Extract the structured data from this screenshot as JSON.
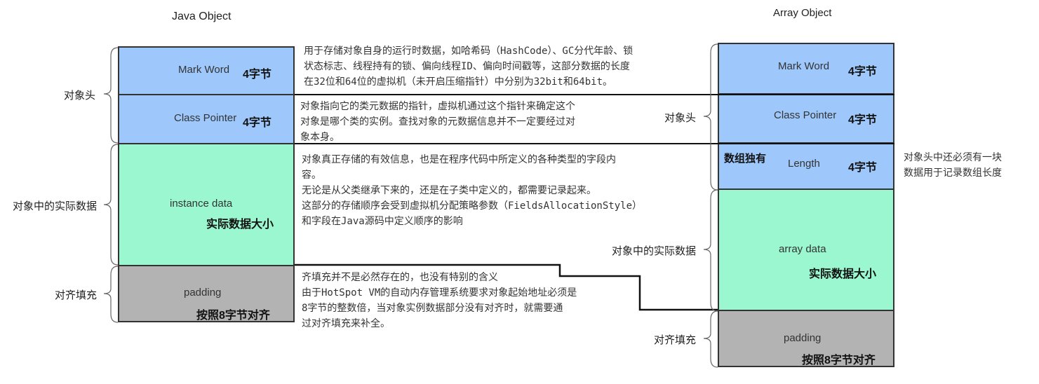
{
  "java_object": {
    "title": "Java Object",
    "mark_word": {
      "label": "Mark Word",
      "size": "4字节"
    },
    "class_pointer": {
      "label": "Class Pointer",
      "size": "4字节"
    },
    "instance_data": {
      "label": "instance data",
      "size": "实际数据大小"
    },
    "padding": {
      "label": "padding",
      "size": "按照8字节对齐"
    },
    "side_labels": {
      "header": "对象头",
      "data": "对象中的实际数据",
      "padding": "对齐填充"
    }
  },
  "array_object": {
    "title": "Array Object",
    "mark_word": {
      "label": "Mark Word",
      "size": "4字节"
    },
    "class_pointer": {
      "label": "Class Pointer",
      "size": "4字节"
    },
    "length": {
      "tag": "数组独有",
      "label": "Length",
      "size": "4字节"
    },
    "array_data": {
      "label": "array data",
      "size": "实际数据大小"
    },
    "padding": {
      "label": "padding",
      "size": "按照8字节对齐"
    },
    "side_labels": {
      "header": "对象头",
      "data": "对象中的实际数据",
      "padding": "对齐填充"
    },
    "note": [
      "对象头中还必须有一块",
      "数据用于记录数组长度"
    ]
  },
  "descriptions": {
    "mark_word": [
      "用于存储对象自身的运行时数据，如哈希码（HashCode）、GC分代年龄、锁",
      "状态标志、线程持有的锁、偏向线程ID、偏向时间戳等，这部分数据的长度",
      "在32位和64位的虚拟机（未开启压缩指针）中分别为32bit和64bit。"
    ],
    "class_pointer": [
      "对象指向它的类元数据的指针，虚拟机通过这个指针来确定这个",
      "对象是哪个类的实例。查找对象的元数据信息并不一定要经过对",
      "象本身。"
    ],
    "instance_data": [
      "对象真正存储的有效信息，也是在程序代码中所定义的各种类型的字段内",
      "容。",
      "无论是从父类继承下来的，还是在子类中定义的，都需要记录起来。",
      "这部分的存储顺序会受到虚拟机分配策略参数（FieldsAllocationStyle）",
      "和字段在Java源码中定义顺序的影响"
    ],
    "padding": [
      "齐填充并不是必然存在的，也没有特别的含义",
      "由于HotSpot VM的自动内存管理系统要求对象起始地址必须是",
      "8字节的整数倍，当对象实例数据部分没有对齐时，就需要通",
      "过对齐填充来补全。"
    ]
  }
}
